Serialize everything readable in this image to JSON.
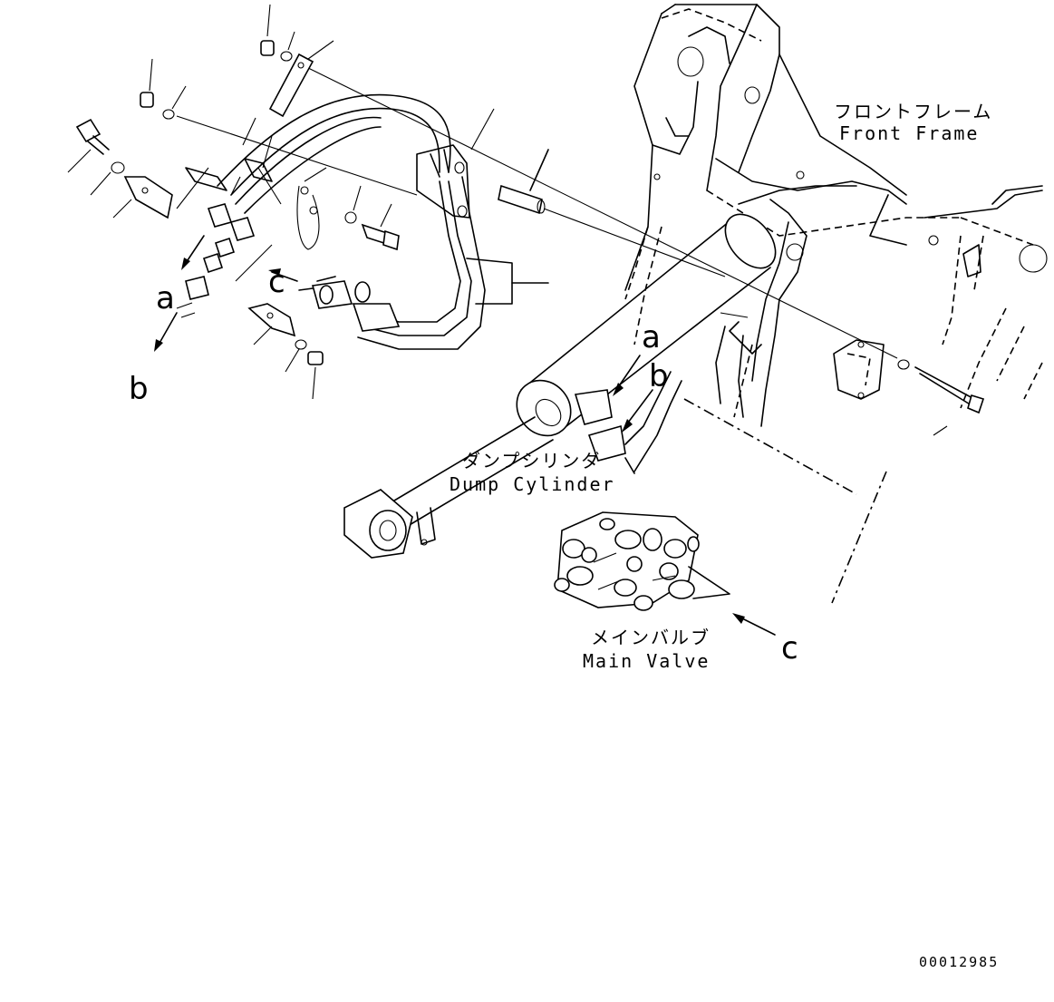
{
  "labels": {
    "front_frame_jp": "フロントフレーム",
    "front_frame_en": "Front Frame",
    "dump_cylinder_jp": "ダンプシリンダ",
    "dump_cylinder_en": "Dump Cylinder",
    "main_valve_jp": "メインバルブ",
    "main_valve_en": "Main Valve"
  },
  "markers": {
    "a_left": "a",
    "b_left": "b",
    "c_left": "c",
    "a_right": "a",
    "b_right": "b",
    "c_right": "c"
  },
  "drawing_number": "00012985"
}
